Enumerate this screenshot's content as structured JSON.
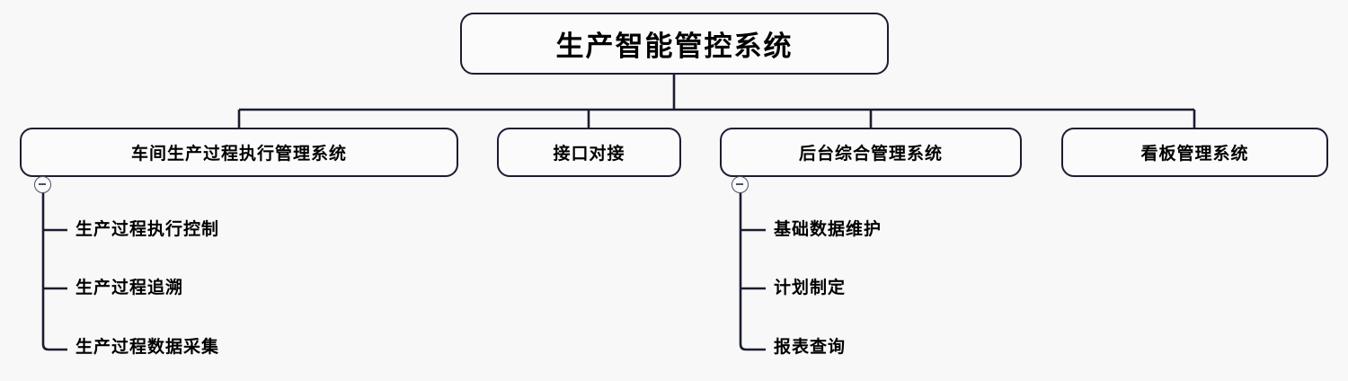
{
  "diagram": {
    "title": "生产智能管控系统",
    "background_color": "#f8f8f8",
    "line_color": "#1b1d31",
    "box_fill": "#fbfbfb",
    "text_color": "#000000",
    "toggle_color": "#4b4f66",
    "root": {
      "label": "生产智能管控系统"
    },
    "level2": [
      {
        "label": "车间生产过程执行管理系统",
        "toggle": "minus-circle",
        "expanded": true
      },
      {
        "label": "接口对接",
        "toggle": null,
        "expanded": null
      },
      {
        "label": "后台综合管理系统",
        "toggle": "minus-circle",
        "expanded": true
      },
      {
        "label": "看板管理系统",
        "toggle": null,
        "expanded": null
      }
    ],
    "branch_left_children": [
      {
        "label": "生产过程执行控制"
      },
      {
        "label": "生产过程追溯"
      },
      {
        "label": "生产过程数据采集"
      }
    ],
    "branch_right_children": [
      {
        "label": "基础数据维护"
      },
      {
        "label": "计划制定"
      },
      {
        "label": "报表查询"
      }
    ]
  }
}
